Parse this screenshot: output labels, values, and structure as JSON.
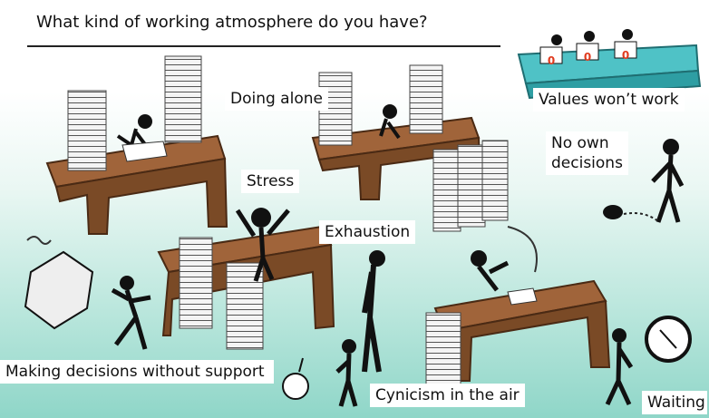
{
  "slide": {
    "title": "What kind of working atmosphere do you have?",
    "labels": {
      "doing_alone": "Doing alone",
      "values": "Values won’t work",
      "no_own": "No own\ndecisions",
      "stress": "Stress",
      "exhaustion": "Exhaustion",
      "making_decisions": "Making decisions without support",
      "cynicism": "Cynicism in the air",
      "waiting": "Waiting"
    },
    "scorecards": [
      "0",
      "0",
      "0"
    ]
  },
  "colors": {
    "desk": "#a0643a",
    "desk_dark": "#6b3f20",
    "paper": "#f4f4f4",
    "stick": "#111111",
    "judge_table": "#4fc2c6",
    "score": "#e03a1e"
  }
}
